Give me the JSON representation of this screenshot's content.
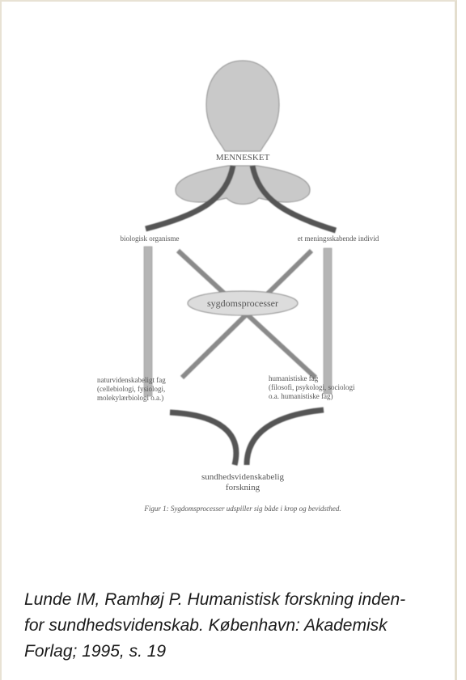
{
  "diagram": {
    "top_label": "MENNESKET",
    "left_top": "biologisk organisme",
    "right_top": "et meningsskabende individ",
    "center": "sygdomsprocesser",
    "left_bottom": [
      "naturvidenskabeligt fag",
      "(cellebiologi, fysiologi,",
      "molekylærbiologi o.a.)"
    ],
    "right_bottom": [
      "humanistiske fag",
      "(filosofi, psykologi, sociologi",
      "o.a. humanistiske fag)"
    ],
    "bottom": [
      "sundhedsvidenskabelig",
      "forskning"
    ],
    "caption": "Figur 1: Sygdomsprocesser udspiller sig både i krop og bevidsthed."
  },
  "citation": {
    "lines": [
      "Lunde IM, Ramhøj P. Humanistisk forskning inden-",
      "for sundhedsvidenskab. København: Akademisk",
      "Forlag; 1995, s. 19"
    ]
  }
}
